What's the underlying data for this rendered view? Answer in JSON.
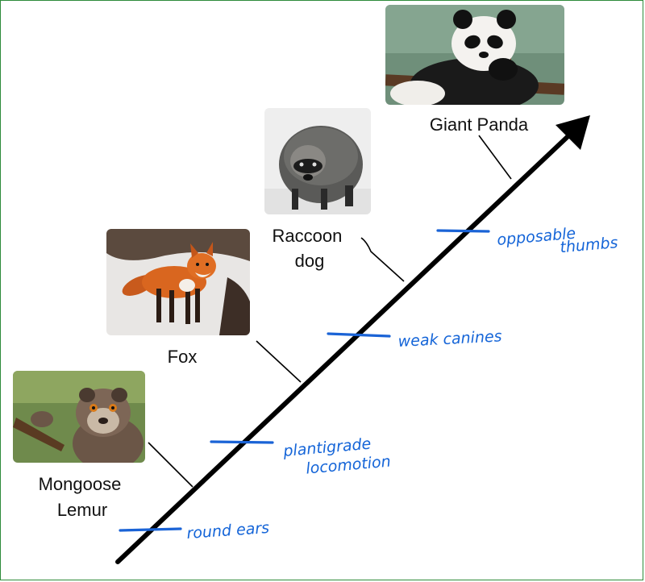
{
  "taxa": [
    {
      "id": "mongoose-lemur",
      "label_lines": [
        "Mongoose",
        "Lemur"
      ],
      "photo": "mongoose-lemur-photo"
    },
    {
      "id": "fox",
      "label_lines": [
        "Fox"
      ],
      "photo": "fox-photo"
    },
    {
      "id": "raccoon-dog",
      "label_lines": [
        "Raccoon",
        "dog"
      ],
      "photo": "raccoon-dog-photo"
    },
    {
      "id": "giant-panda",
      "label_lines": [
        "Giant Panda"
      ],
      "photo": "giant-panda-photo"
    }
  ],
  "traits": [
    {
      "id": "round-ears",
      "lines": [
        "round ears"
      ]
    },
    {
      "id": "plantigrade-locomotion",
      "lines": [
        "plantigrade",
        "locomotion"
      ]
    },
    {
      "id": "weak-canines",
      "lines": [
        "weak canines"
      ]
    },
    {
      "id": "opposable-thumbs",
      "lines": [
        "opposable",
        "thumbs"
      ]
    }
  ],
  "colors": {
    "axis": "#000000",
    "trait_marker": "#1a63d6",
    "frame": "#2e8b3a"
  }
}
